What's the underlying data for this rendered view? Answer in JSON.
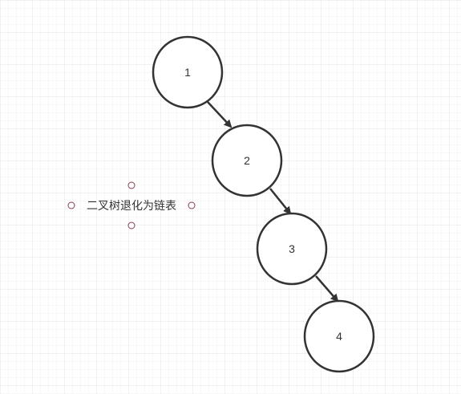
{
  "diagram": {
    "nodes": [
      {
        "id": "n1",
        "label": "1"
      },
      {
        "id": "n2",
        "label": "2"
      },
      {
        "id": "n3",
        "label": "3"
      },
      {
        "id": "n4",
        "label": "4"
      }
    ],
    "edges": [
      {
        "from": "n1",
        "to": "n2"
      },
      {
        "from": "n2",
        "to": "n3"
      },
      {
        "from": "n3",
        "to": "n4"
      }
    ],
    "caption": "二叉树退化为链表",
    "colors": {
      "grid_minor": "#f0f0f0",
      "grid_major": "#e3e3e3",
      "node_stroke": "#333333",
      "edge": "#333333",
      "handle": "#8a3a4a"
    }
  }
}
